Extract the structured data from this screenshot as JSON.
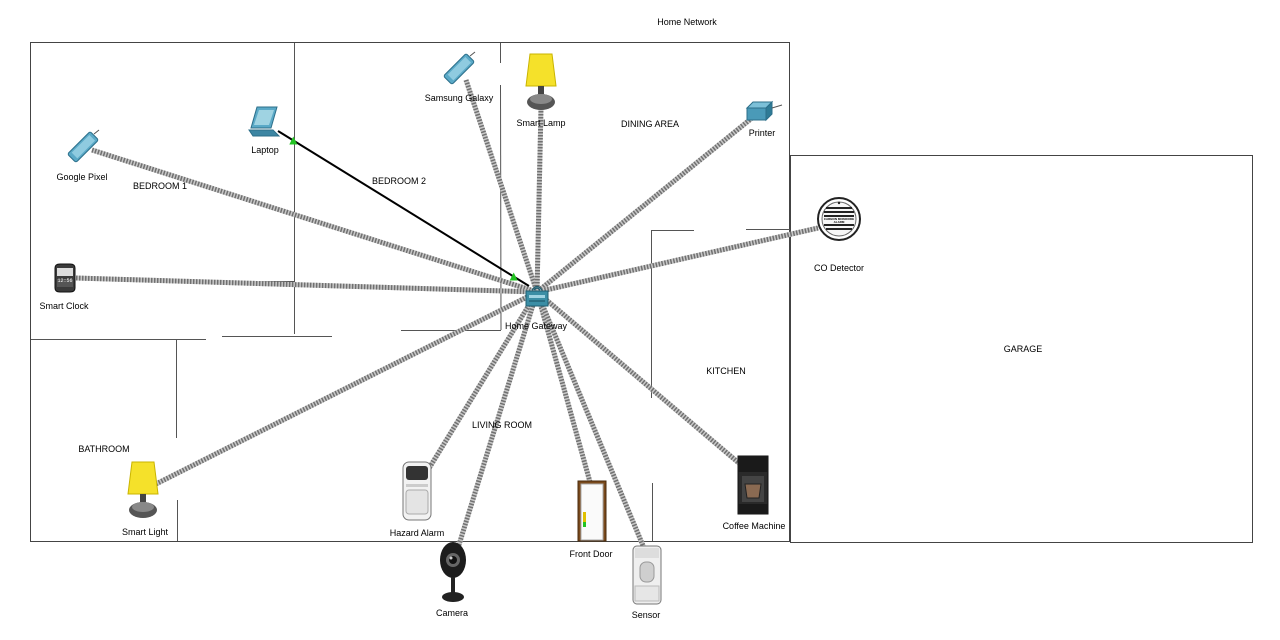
{
  "title": "Home Network",
  "rooms": {
    "bedroom1": "BEDROOM 1",
    "bedroom2": "BEDROOM 2",
    "dining": "DINING AREA",
    "kitchen": "KITCHEN",
    "garage": "GARAGE",
    "bathroom": "BATHROOM",
    "living": "LIVING ROOM"
  },
  "gateway": {
    "label": "Home Gateway",
    "icon": "wireless-router-icon"
  },
  "devices": {
    "google_pixel": {
      "label": "Google Pixel",
      "icon": "tablet-icon"
    },
    "laptop": {
      "label": "Laptop",
      "icon": "laptop-icon"
    },
    "samsung_galaxy": {
      "label": "Samsung Galaxy",
      "icon": "tablet-icon"
    },
    "smart_lamp": {
      "label": "Smart Lamp",
      "icon": "lamp-icon"
    },
    "printer": {
      "label": "Printer",
      "icon": "printer-icon"
    },
    "co_detector": {
      "label": "CO Detector",
      "icon": "co-alarm-icon",
      "badge": "CARBON MONOXIDE ALARM"
    },
    "smart_clock": {
      "label": "Smart Clock",
      "icon": "clock-icon",
      "display": "12:56"
    },
    "smart_light": {
      "label": "Smart Light",
      "icon": "lamp-icon"
    },
    "hazard_alarm": {
      "label": "Hazard Alarm",
      "icon": "smoke-alarm-icon"
    },
    "camera": {
      "label": "Camera",
      "icon": "webcam-icon"
    },
    "front_door": {
      "label": "Front Door",
      "icon": "door-icon"
    },
    "sensor": {
      "label": "Sensor",
      "icon": "motion-sensor-icon"
    },
    "coffee_machine": {
      "label": "Coffee Machine",
      "icon": "coffee-machine-icon"
    }
  },
  "links": [
    {
      "from": "google_pixel",
      "type": "wireless"
    },
    {
      "from": "laptop",
      "type": "wired"
    },
    {
      "from": "samsung_galaxy",
      "type": "wireless"
    },
    {
      "from": "smart_lamp",
      "type": "wireless"
    },
    {
      "from": "printer",
      "type": "wireless"
    },
    {
      "from": "co_detector",
      "type": "wireless"
    },
    {
      "from": "smart_clock",
      "type": "wireless"
    },
    {
      "from": "smart_light",
      "type": "wireless"
    },
    {
      "from": "hazard_alarm",
      "type": "wireless"
    },
    {
      "from": "camera",
      "type": "wireless"
    },
    {
      "from": "front_door",
      "type": "wireless"
    },
    {
      "from": "sensor",
      "type": "wireless"
    },
    {
      "from": "coffee_machine",
      "type": "wireless"
    }
  ],
  "colors": {
    "lamp": "#f5e12a",
    "router": "#3b8ea5",
    "link_light": "#c8c8c8",
    "link_dark": "#707070",
    "wired": "#000000",
    "port_ok": "#22c322"
  }
}
